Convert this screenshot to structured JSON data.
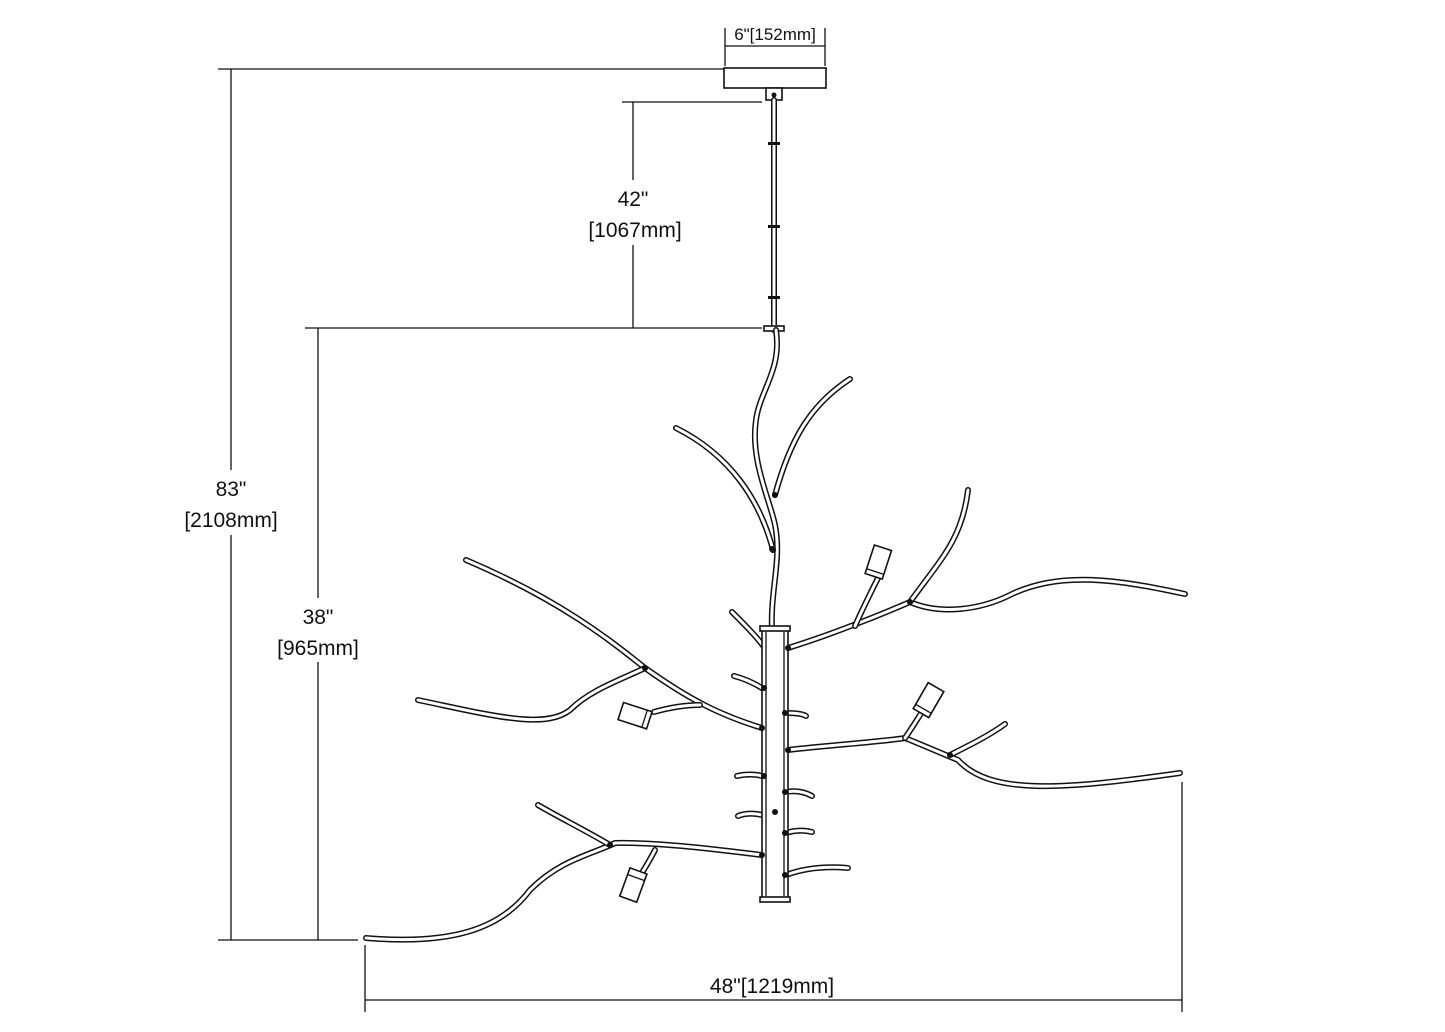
{
  "dimensions": {
    "canopy_width": "6\"[152mm]",
    "rod_length_in": "42\"",
    "rod_length_mm": "[1067mm]",
    "overall_height_in": "83\"",
    "overall_height_mm": "[2108mm]",
    "fixture_height_in": "38\"",
    "fixture_height_mm": "[965mm]",
    "overall_width": "48\"[1219mm]"
  },
  "colors": {
    "line": "#111111",
    "background": "#ffffff"
  }
}
